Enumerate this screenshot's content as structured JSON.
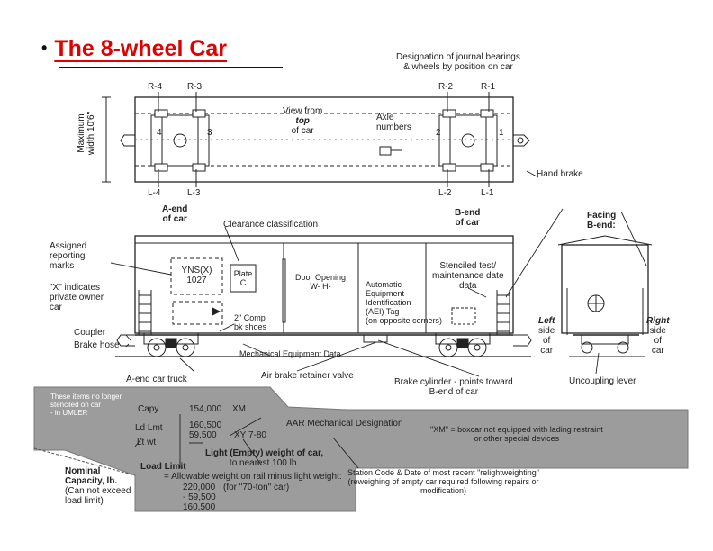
{
  "slide": {
    "bullet": "•",
    "title": "The 8-wheel Car"
  },
  "diagram": {
    "journal_heading": [
      "Designation of journal bearings",
      "& wheels by position on car"
    ],
    "positions_top": [
      "R-4",
      "R-3",
      "R-2",
      "R-1"
    ],
    "positions_bottom": [
      "L-4",
      "L-3",
      "L-2",
      "L-1"
    ],
    "max_width": [
      "Maximum",
      "width 10'6\""
    ],
    "view_from": "View from",
    "view_top": "top",
    "view_of_car": "of car",
    "axle_numbers": [
      "Axle",
      "numbers"
    ],
    "axle_digits": [
      "4",
      "3",
      "2",
      "1"
    ],
    "hand_brake": "Hand brake",
    "a_end": [
      "A-end",
      "of car"
    ],
    "b_end": [
      "B-end",
      "of car"
    ],
    "clearance": "Clearance classification",
    "facing": [
      "Facing",
      "B-end:"
    ],
    "assigned": [
      "Assigned",
      "reporting",
      "marks"
    ],
    "x_note": [
      "\"X\" indicates",
      "private owner",
      "car"
    ],
    "reporting_mark": [
      "YNS(X)",
      "1027"
    ],
    "plate": [
      "Plate",
      "C"
    ],
    "door": [
      "Door Opening",
      "W-  H-"
    ],
    "aei": [
      "Automatic",
      "Equipment",
      "Identification",
      "(AEI) Tag",
      "(on opposite corners)"
    ],
    "stenciled": [
      "Stenciled test/",
      "maintenance date",
      "data"
    ],
    "comp_shoes": [
      "2\" Comp",
      "bk shoes"
    ],
    "left_side": [
      "Left",
      "side",
      "of",
      "car"
    ],
    "right_side": [
      "Right",
      "side",
      "of",
      "car"
    ],
    "coupler": "Coupler",
    "brake_hose": "Brake hose",
    "mech_data": "Mechanical Equipment Data",
    "a_end_truck": "A-end  car truck",
    "retainer": "Air brake retainer valve",
    "brake_cyl": [
      "Brake cylinder - points toward",
      "B-end of car"
    ],
    "uncoupling": "Uncoupling lever",
    "no_longer": [
      "These items no longer",
      "stenciled on car",
      "- in UMLER"
    ],
    "capy": "Capy",
    "capy_val": "154,000",
    "xm": "XM",
    "ld_lmt": "Ld Lmt",
    "ld_lmt_val": "160,500",
    "lt_wt_val": "59,500",
    "lt_wt": "Lt wt",
    "station_val": "XY 7-80",
    "aar": "AAR Mechanical Designation",
    "xm_note": [
      "\"XM\" = boxcar not equipped with lading restraint",
      "or other special devices"
    ],
    "light_weight": [
      "Light (Empty) weight of car,",
      "to nearest 100 lb."
    ],
    "load_limit": "Load Limit",
    "allowable": "= Allowable weight on rail minus light weight:",
    "calc": [
      "220,000",
      "- 59,500",
      "160,500"
    ],
    "calc_note": "(for \"70-ton\" car)",
    "nominal": [
      "Nominal",
      "Capacity, lb.",
      "(Can not exceed",
      "load limit)"
    ],
    "station": [
      "Station Code & Date of most recent \"relightweighting\"",
      "(reweighing of empty car required following repairs or",
      "modification)"
    ]
  },
  "colors": {
    "title": "#e00000",
    "band": "#9c9c9c"
  }
}
